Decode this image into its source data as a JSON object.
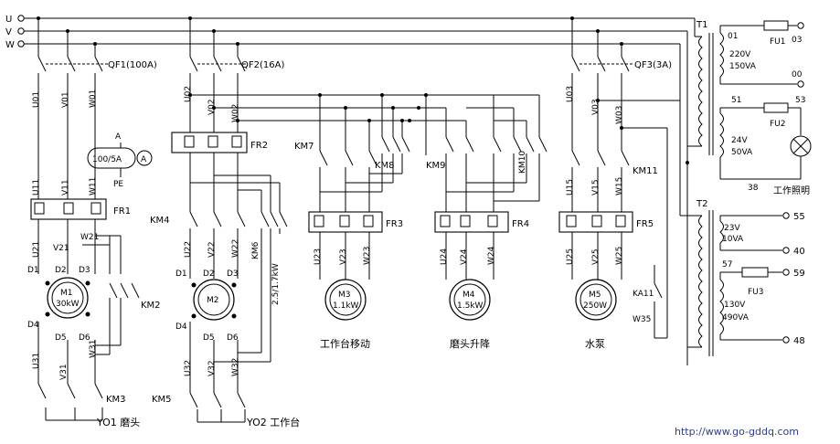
{
  "phases": [
    "U",
    "V",
    "W"
  ],
  "breakers": {
    "qf1": "QF1(100A)",
    "qf2": "QF2(16A)",
    "qf3": "QF3(3A)"
  },
  "ammeter": {
    "a_label": "A",
    "ct_label": "100/5A",
    "meter_symbol": "A",
    "pe_label": "PE"
  },
  "overloads": {
    "fr1": "FR1",
    "fr2": "FR2",
    "fr3": "FR3",
    "fr4": "FR4",
    "fr5": "FR5"
  },
  "contactors": {
    "km2": "KM2",
    "km3": "KM3",
    "km4": "KM4",
    "km5": "KM5",
    "km6": "KM6",
    "km7": "KM7",
    "km8": "KM8",
    "km9": "KM9",
    "km10": "KM10",
    "km11": "KM11"
  },
  "relay": {
    "ka11": "KA11",
    "w35": "W35"
  },
  "terminals": {
    "m1": [
      "U01",
      "V01",
      "W01",
      "U11",
      "V11",
      "W11",
      "U21",
      "V21",
      "W21",
      "U31",
      "V31",
      "W31"
    ],
    "m2": [
      "U02",
      "V02",
      "W02",
      "U22",
      "V22",
      "W22",
      "U32",
      "V32",
      "W32"
    ],
    "m3": [
      "U23",
      "V23",
      "W23"
    ],
    "m4": [
      "U24",
      "V24",
      "W24"
    ],
    "m5": [
      "U03",
      "V03",
      "W03",
      "U15",
      "V15",
      "W15",
      "U25",
      "V25",
      "W25"
    ]
  },
  "windings": {
    "m1": [
      "D1",
      "D2",
      "D3",
      "D4",
      "D5",
      "D6"
    ],
    "m2": [
      "D1",
      "D2",
      "D3",
      "D4",
      "D5",
      "D6"
    ]
  },
  "motors": {
    "m1": {
      "name": "M1",
      "power": "30kW",
      "caption": "YO1 磨头"
    },
    "m2": {
      "name": "M2",
      "power": "2.5/1.7kW",
      "caption": "YO2 工作台"
    },
    "m3": {
      "name": "M3",
      "power": "1.1kW",
      "caption": "工作台移动"
    },
    "m4": {
      "name": "M4",
      "power": "1.5kW",
      "caption": "磨头升降"
    },
    "m5": {
      "name": "M5",
      "power": "250W",
      "caption": "水泵"
    }
  },
  "transformers": {
    "t1": {
      "name": "T1",
      "out1": {
        "start": "01",
        "fuse": "FU1",
        "end": "03",
        "spec": [
          "220V",
          "150VA"
        ],
        "return": "00"
      },
      "out2": {
        "start": "51",
        "fuse": "FU2",
        "end": "53",
        "spec": [
          "24V",
          "50VA"
        ],
        "return": "38",
        "load": "工作照明"
      }
    },
    "t2": {
      "name": "T2",
      "out1": {
        "start": "55",
        "spec": [
          "23V",
          "10VA"
        ],
        "return": "40"
      },
      "out2": {
        "start": "57",
        "fuse": "FU3",
        "end": "59",
        "spec": [
          "130V",
          "490VA"
        ],
        "return": "48"
      }
    }
  },
  "watermark": "http://www.go-gddq.com"
}
